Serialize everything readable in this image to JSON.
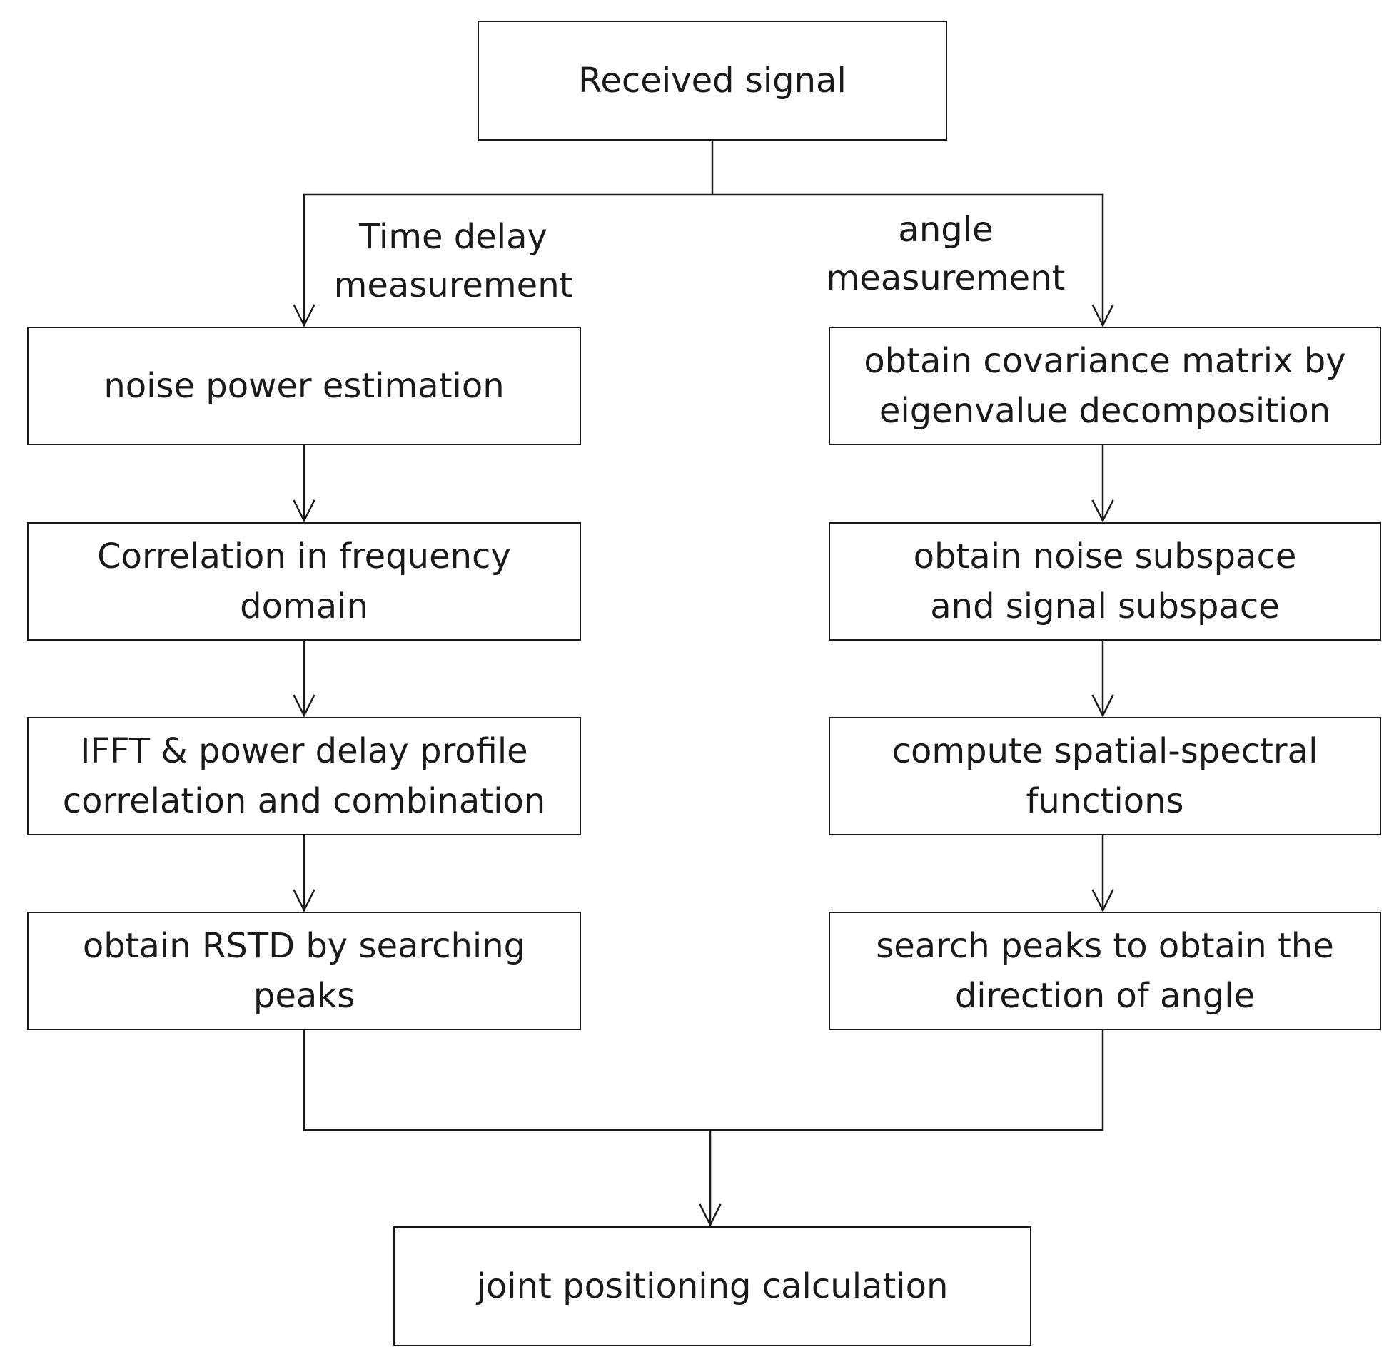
{
  "diagram": {
    "start": "Received signal",
    "left_branch": {
      "label": "Time delay\nmeasurement",
      "steps": [
        "noise power estimation",
        "Correlation in frequency\ndomain",
        "IFFT & power delay profile\ncorrelation and combination",
        "obtain RSTD by searching peaks"
      ]
    },
    "right_branch": {
      "label": "angle\nmeasurement",
      "steps": [
        "obtain covariance matrix by\neigenvalue decomposition",
        "obtain noise subspace\nand signal subspace",
        "compute spatial-spectral\nfunctions",
        "search peaks to obtain the\ndirection of angle"
      ]
    },
    "end": "joint positioning calculation",
    "colors": {
      "stroke": "#1a1a1a",
      "background": "#ffffff"
    }
  }
}
